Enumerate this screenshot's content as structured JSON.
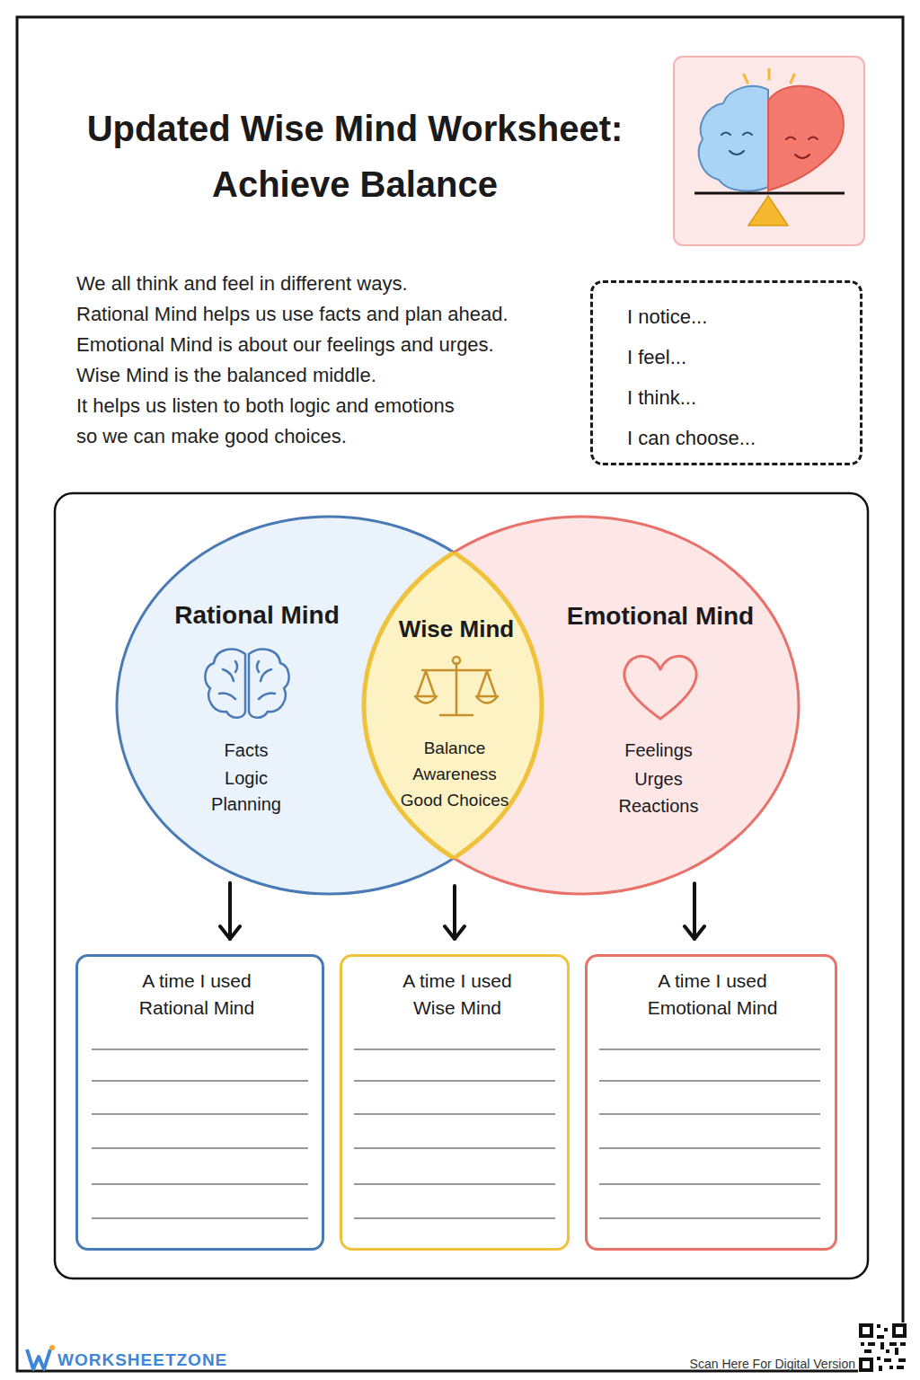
{
  "diagram": {
    "title": "Updated Wise Mind Worksheet: Achieve Balance",
    "nodes": [
      {
        "text": [
          "I notice...",
          "I feel...",
          "I think...",
          "I can choose..."
        ]
      },
      {
        "text": [
          "Rational Mind",
          "Facts",
          "Logic",
          "Planning"
        ]
      },
      {
        "text": [
          "Wise Mind",
          "Balance",
          "Awareness",
          "Good Choices"
        ]
      },
      {
        "text": [
          "Emotional Mind",
          "Feelings",
          "Urges",
          "Reactions"
        ]
      },
      {
        "text": [
          "A time I used Rational Mind"
        ]
      },
      {
        "text": [
          "A time I used Wise Mind"
        ]
      },
      {
        "text": [
          "A time I used Emotional Mind"
        ]
      }
    ],
    "edges": [
      {
        "from": 1,
        "to": 4,
        "arrow": "to"
      },
      {
        "from": 2,
        "to": 5,
        "arrow": "to"
      },
      {
        "from": 3,
        "to": 6,
        "arrow": "to"
      }
    ],
    "labels": [
      "We all think and feel in different ways.",
      "Rational Mind helps us use facts and plan ahead.",
      "Emotional Mind is about our feelings and urges.",
      "Wise Mind is the balanced middle.",
      "It helps us listen to both logic and emotions",
      "so we can make good choices.",
      "WORKSHEETZONE",
      "Scan Here For Digital Version"
    ]
  }
}
